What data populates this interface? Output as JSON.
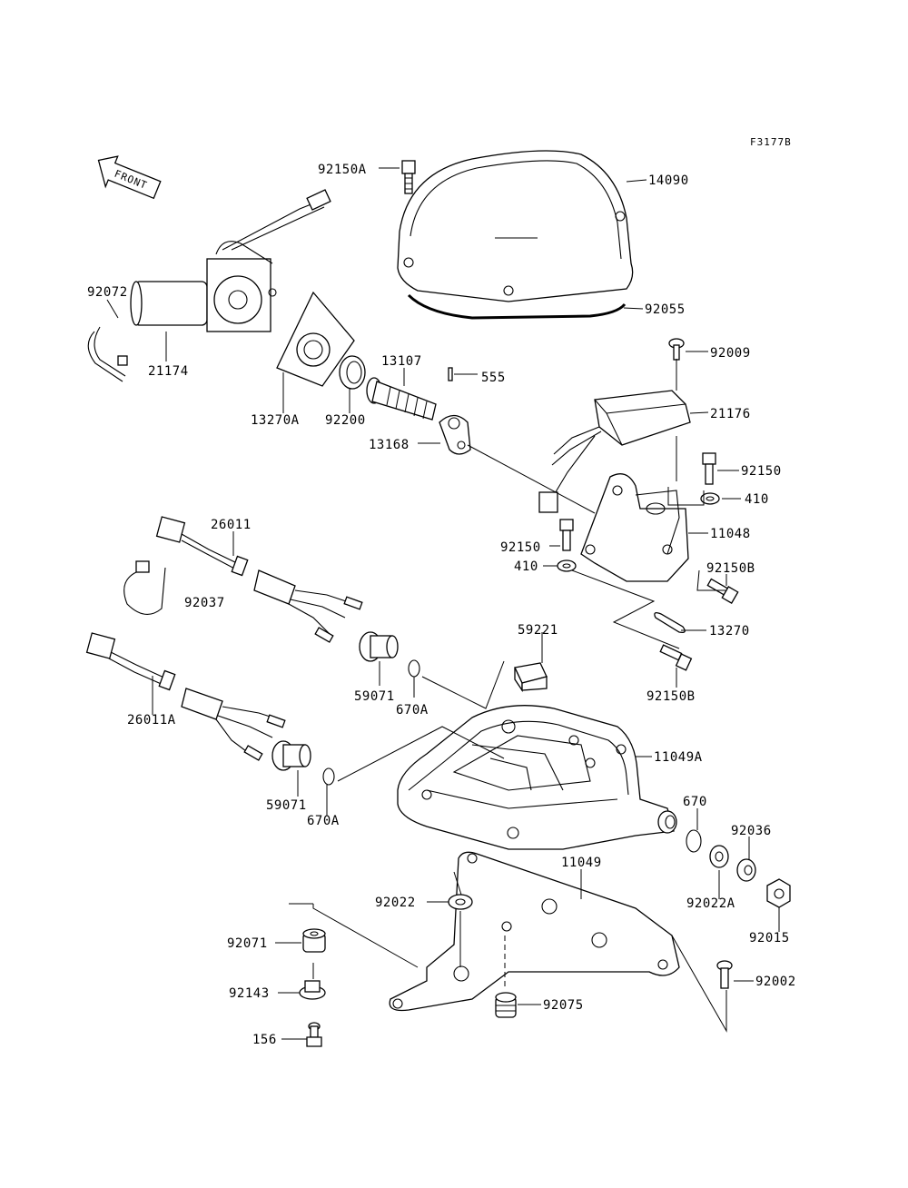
{
  "diagram": {
    "figure_code": "F3177B",
    "front_label": "FRONT",
    "labels": {
      "p92150A": "92150A",
      "p14090": "14090",
      "p92072": "92072",
      "p21174": "21174",
      "p92055": "92055",
      "p13270A": "13270A",
      "p92200": "92200",
      "p13107": "13107",
      "p555": "555",
      "p92009": "92009",
      "p13168": "13168",
      "p21176": "21176",
      "p92150": "92150",
      "p410a": "410",
      "p11048": "11048",
      "p26011": "26011",
      "p92150b": "92150",
      "p410b": "410",
      "p92150B": "92150B",
      "p92037": "92037",
      "p13270": "13270",
      "p59221": "59221",
      "p59071a": "59071",
      "p670Aa": "670A",
      "p92150B2": "92150B",
      "p26011A": "26011A",
      "p11049A": "11049A",
      "p59071b": "59071",
      "p670": "670",
      "p670Ab": "670A",
      "p92036": "92036",
      "p11049": "11049",
      "p92022": "92022",
      "p92022A": "92022A",
      "p92015": "92015",
      "p92071": "92071",
      "p92002": "92002",
      "p92143": "92143",
      "p92075": "92075",
      "p156": "156"
    }
  }
}
